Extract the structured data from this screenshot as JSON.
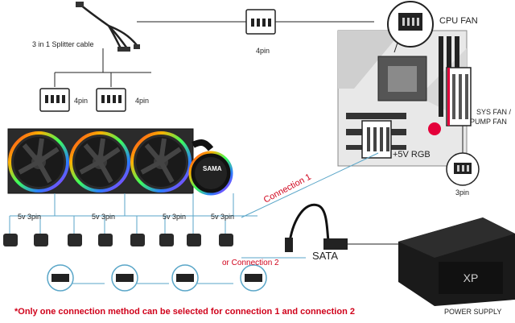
{
  "labels": {
    "splitter": "3 in 1 Splitter cable",
    "pin4_top": "4pin",
    "pin4_left": "4pin",
    "pin4_right": "4pin",
    "cpu_fan": "CPU FAN",
    "sys_fan_line1": "SYS FAN /",
    "sys_fan_line2": "PUMP FAN",
    "rgb": "+5V RGB",
    "pin3": "3pin",
    "connection1": "Connection 1",
    "connection2": "or Connection 2",
    "sata": "SATA",
    "power_supply": "POWER SUPPLY",
    "pump_brand": "SAMA",
    "v3pin_1": "5v 3pin",
    "v3pin_2": "5v 3pin",
    "v3pin_3": "5v 3pin",
    "v3pin_4": "5v 3pin"
  },
  "note": "*Only one connection method can be selected for connection 1 and connection 2",
  "colors": {
    "wire": "#222222",
    "cyan_line": "#5aa6c8",
    "red_text": "#d0021b",
    "rgb_ring": [
      "#ff2a2a",
      "#ffb000",
      "#3cff5a",
      "#2a7bff",
      "#c02aff"
    ]
  }
}
